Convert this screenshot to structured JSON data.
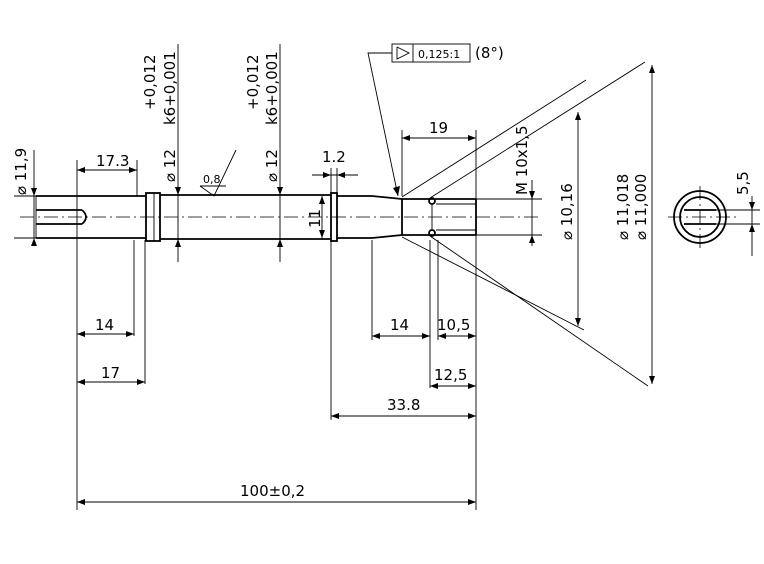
{
  "dims": {
    "shaft_dia_left": "⌀ 11,9",
    "len_17_3": "17.3",
    "tol_a_upper": "+0,012",
    "tol_a_fit": "k6+0,001",
    "tol_a_dia": "⌀ 12",
    "tol_b_upper": "+0,012",
    "tol_b_fit": "k6+0,001",
    "tol_b_dia": "⌀ 12",
    "roughness": "0,8",
    "groove_w": "1.2",
    "groove_d": "11",
    "taper_len": "19",
    "thread": "M 10x1,5",
    "dia_10_16": "⌀ 10,16",
    "dia_upper": "⌀ 11,018",
    "dia_lower": "⌀ 11,000",
    "flat_5_5": "5,5",
    "len_14_left": "14",
    "len_17": "17",
    "len_14_mid": "14",
    "len_10_5": "10,5",
    "len_12_5": "12,5",
    "len_33_8": "33.8",
    "total": "100±0,2"
  },
  "taper": {
    "ratio": "0,125:1",
    "angle": "(8°)"
  }
}
